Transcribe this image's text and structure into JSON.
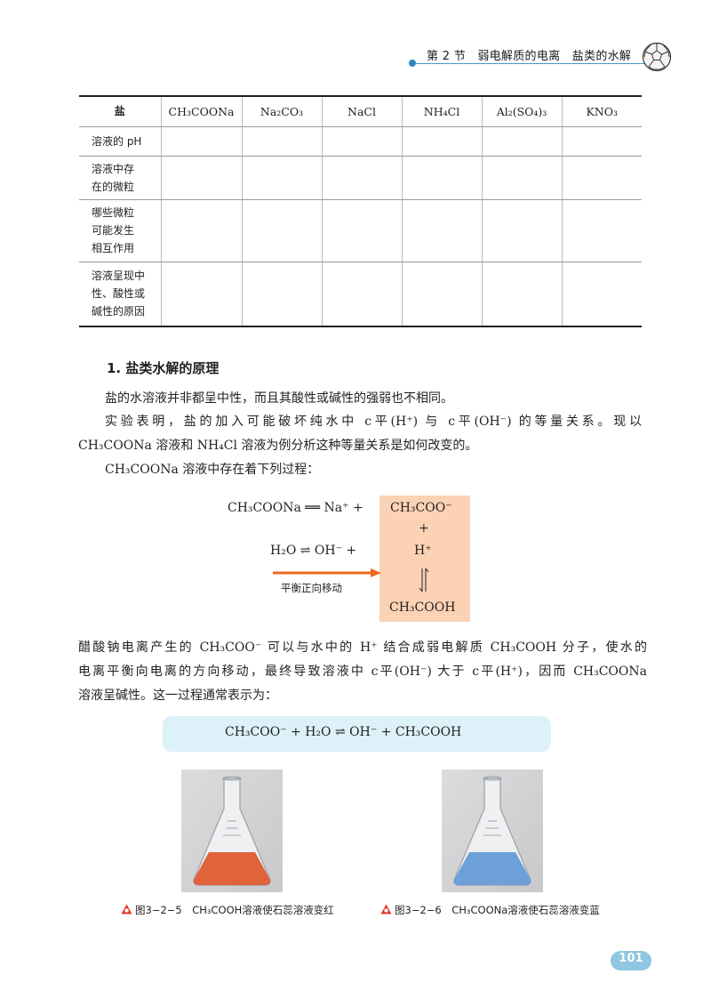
{
  "header": {
    "section": "第 2 节　弱电解质的电离　盐类的水解",
    "icon": "fullerene-ball-icon"
  },
  "table": {
    "corner": "盐",
    "salts": [
      "CH₃COONa",
      "Na₂CO₃",
      "NaCl",
      "NH₄Cl",
      "Al₂(SO₄)₃",
      "KNO₃"
    ],
    "rows": [
      {
        "label": "溶液的 pH"
      },
      {
        "label": "溶液中存\n在的微粒"
      },
      {
        "label": "哪些微粒\n可能发生\n相互作用"
      },
      {
        "label": "溶液呈现中\n性、酸性或\n碱性的原因"
      }
    ]
  },
  "section1": {
    "heading": "1. 盐类水解的原理",
    "p1": "盐的水溶液并非都呈中性，而且其酸性或碱性的强弱也不相同。",
    "p2_line1": "实验表明，盐的加入可能破坏纯水中 c平(H⁺) 与 c平(OH⁻) 的等量关系。现以",
    "p2_line2": "CH₃COONa 溶液和 NH₄Cl 溶液为例分析这种等量关系是如何改变的。",
    "p3": "CH₃COONa 溶液中存在着下列过程："
  },
  "diagram": {
    "row1_left": "CH₃COONa ══ Na⁺ +",
    "row1_right": "CH₃COO⁻",
    "plus": "+",
    "row2_left": "H₂O ⇌ OH⁻ +",
    "row2_right": "H⁺",
    "bottom": "CH₃COOH",
    "shift_label": "平衡正向移动",
    "box_color": "#fbd3b4",
    "arrow_color": "#ec6a1f"
  },
  "paragraph2": {
    "line1": "醋酸钠电离产生的 CH₃COO⁻ 可以与水中的 H⁺ 结合成弱电解质 CH₃COOH 分子，使水的",
    "line2": "电离平衡向电离的方向移动，最终导致溶液中 c平(OH⁻) 大于 c平(H⁺)，因而 CH₃COONa",
    "line3": "溶液呈碱性。这一过程通常表示为："
  },
  "equation": {
    "text": "CH₃COO⁻ + H₂O ⇌ OH⁻ + CH₃COOH",
    "box_color": "#dcf1f8"
  },
  "figures": [
    {
      "caption": "图3−2−5　CH₃COOH溶液使石蕊溶液变红",
      "liquid_color": "#e0633a"
    },
    {
      "caption": "图3−2−6　CH₃COONa溶液使石蕊溶液变蓝",
      "liquid_color": "#6d9fd8"
    }
  ],
  "page_number": "101"
}
